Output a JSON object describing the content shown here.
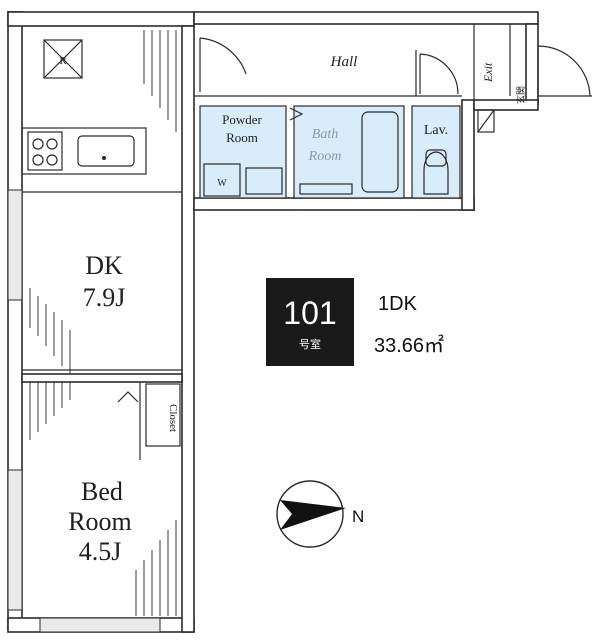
{
  "rooms": {
    "hall": "Hall",
    "exit": "Exit",
    "exit_sub": "玄関",
    "powder_line1": "Powder",
    "powder_line2": "Room",
    "bath_line1": "Bath",
    "bath_line2": "Room",
    "lav": "Lav.",
    "dk_name": "DK",
    "dk_size": "7.9J",
    "closet": "Closet",
    "bed_line1": "Bed",
    "bed_line2": "Room",
    "bed_size": "4.5J",
    "refrigerator": "R",
    "washer": "W"
  },
  "unit": {
    "number": "101",
    "suffix": "号室",
    "layout": "1DK",
    "area": "33.66㎡"
  },
  "compass": {
    "label": "N"
  },
  "colors": {
    "wall": "#2b2b2b",
    "wet_area": "#d8ecf9",
    "badge": "#1a1a1a",
    "badge_text": "#ffffff"
  }
}
